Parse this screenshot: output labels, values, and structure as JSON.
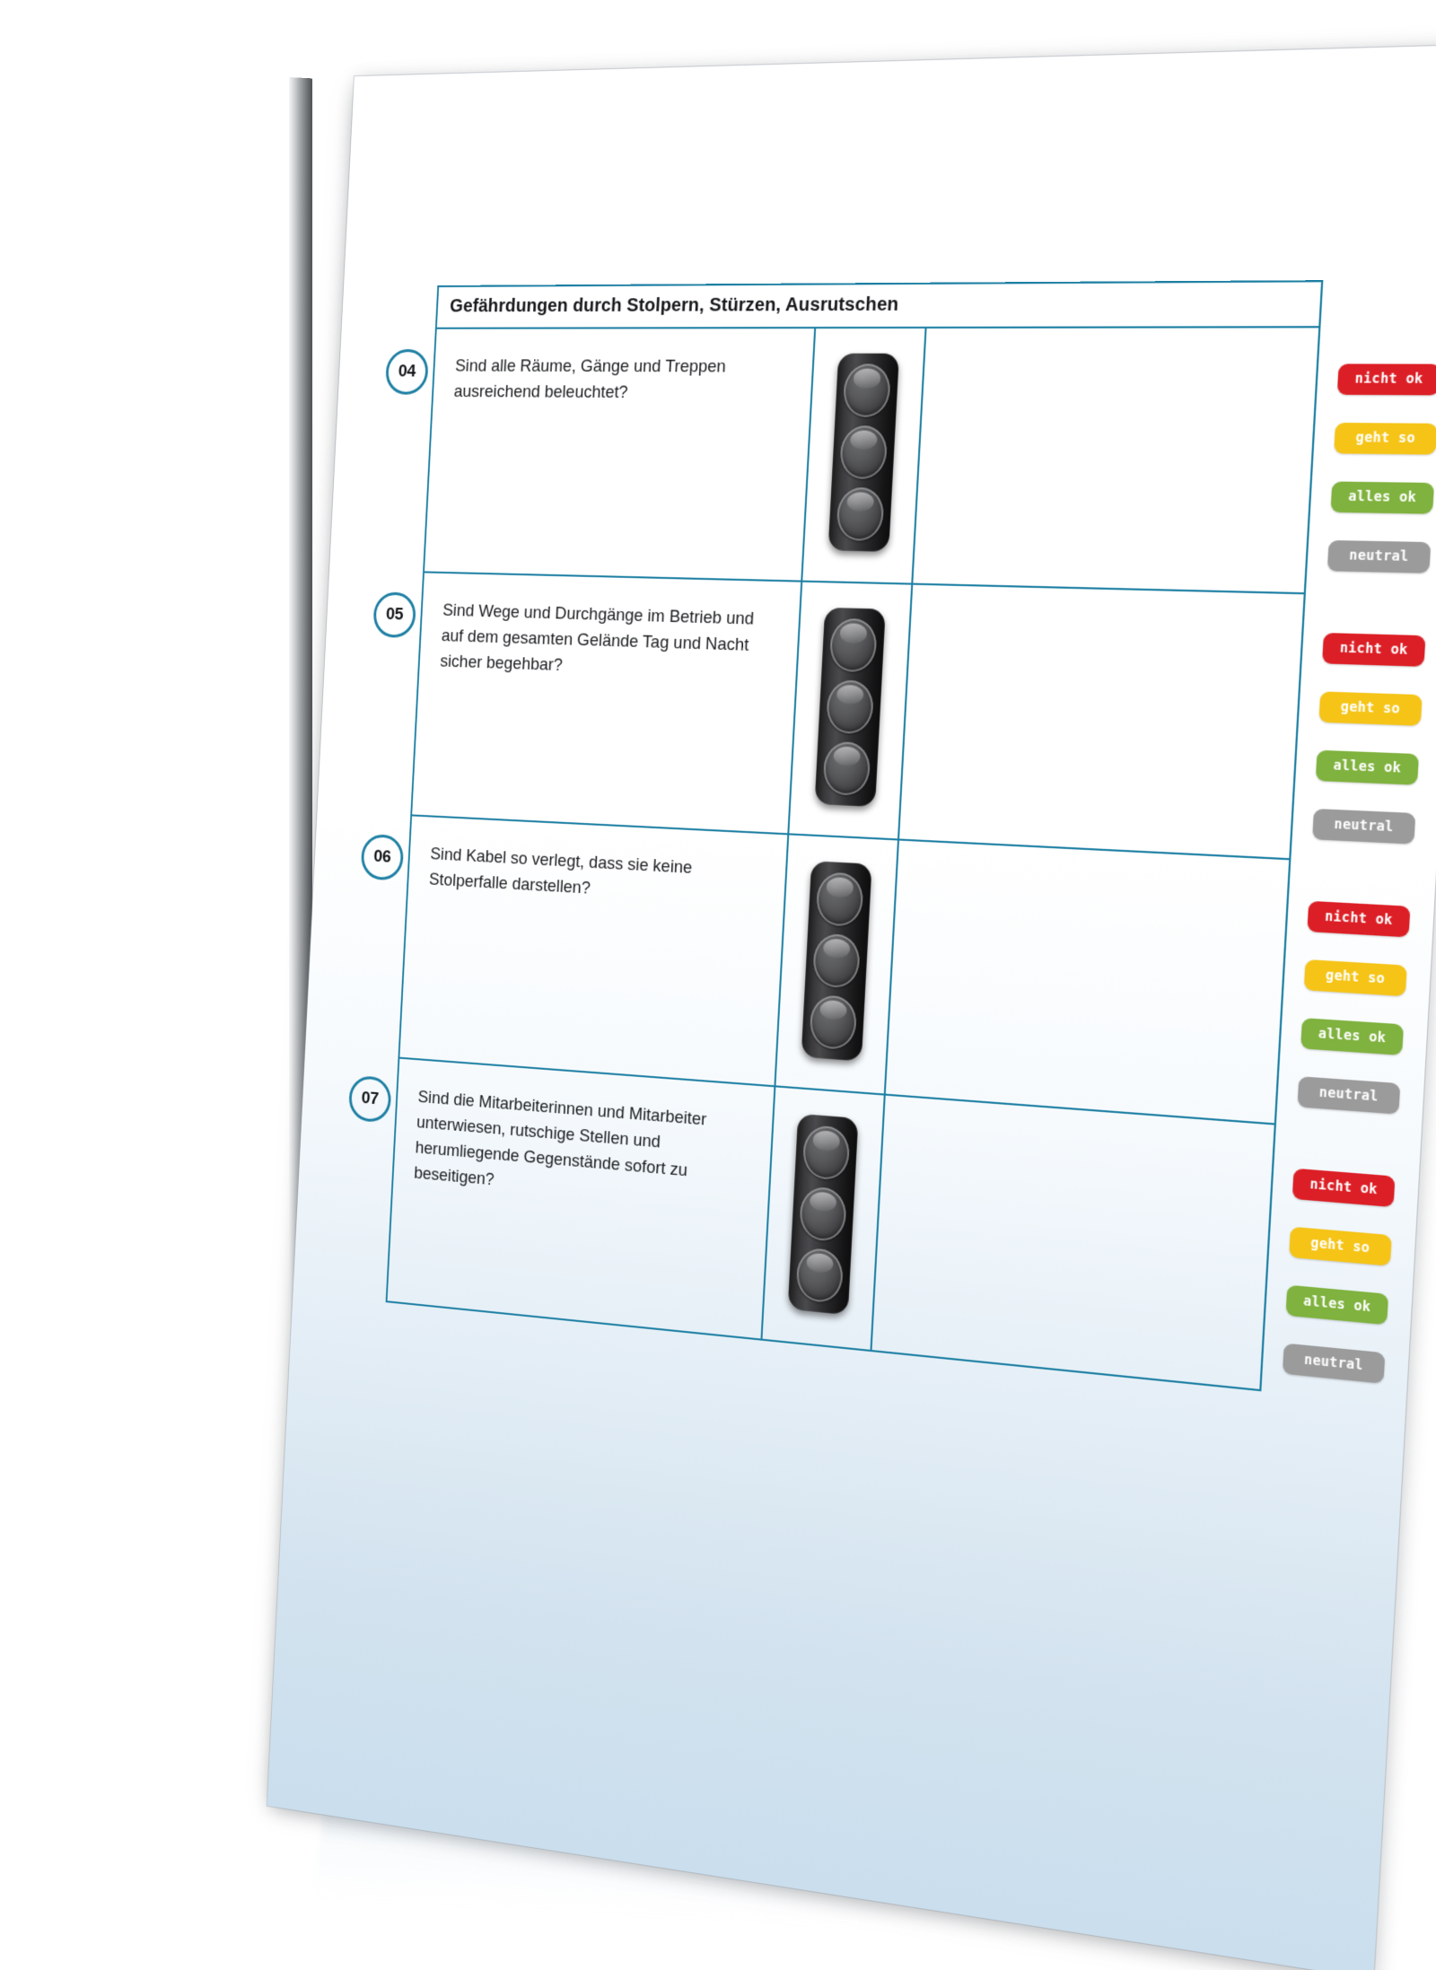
{
  "document": {
    "type": "checklist-form",
    "section_title": "Gefährdungen durch Stolpern, Stürzen, Ausrutschen"
  },
  "colors": {
    "table_border": "#1d7fa3",
    "badge_border": "#1d7fa3",
    "tag_red": "#dc1f26",
    "tag_yellow": "#f5c417",
    "tag_green": "#7fb23e",
    "tag_gray": "#9b9b9b",
    "page_gradient_bottom": "#cadeed"
  },
  "rows": [
    {
      "number": "04",
      "question": "Sind alle Räume, Gänge und Treppen ausreichend beleuchtet?",
      "traffic_light": "traffic-light-unlit",
      "notes": ""
    },
    {
      "number": "05",
      "question": "Sind Wege und Durchgänge im Betrieb und auf dem gesamten Gelände Tag und Nacht sicher begehbar?",
      "traffic_light": "traffic-light-unlit",
      "notes": ""
    },
    {
      "number": "06",
      "question": "Sind Kabel so verlegt, dass sie keine Stolperfalle darstellen?",
      "traffic_light": "traffic-light-unlit",
      "notes": ""
    },
    {
      "number": "07",
      "question": "Sind die Mitarbeiterinnen und Mitarbeiter unterwiesen, rutschige Stellen und herumliegende Gegenstände sofort zu beseitigen?",
      "traffic_light": "traffic-light-unlit",
      "notes": ""
    }
  ],
  "rating_tags": [
    {
      "label": "nicht ok",
      "color": "#dc1f26"
    },
    {
      "label": "geht so",
      "color": "#f5c417"
    },
    {
      "label": "alles ok",
      "color": "#7fb23e"
    },
    {
      "label": "neutral",
      "color": "#9b9b9b"
    }
  ],
  "tag_groups": [
    {
      "for_row": "04"
    },
    {
      "for_row": "05"
    },
    {
      "for_row": "06"
    },
    {
      "for_row": "07"
    }
  ]
}
